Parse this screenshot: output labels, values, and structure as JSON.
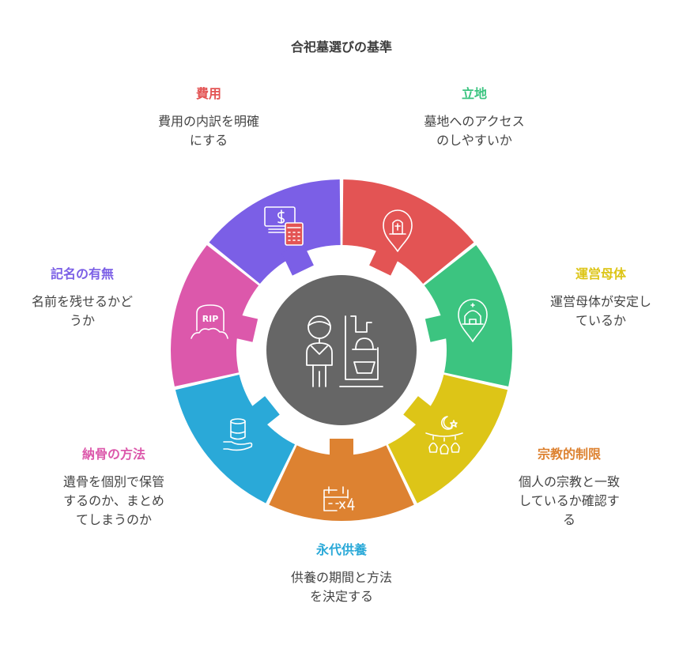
{
  "title": "合祀墓選びの基準",
  "center_icon": "person-at-altar-icon",
  "segments": [
    {
      "id": "cost",
      "label": "費用",
      "desc_lines": [
        "費用の内訳を明確",
        "にする"
      ],
      "color": "#e35454",
      "icon": "money-calculator-icon"
    },
    {
      "id": "location",
      "label": "立地",
      "desc_lines": [
        "墓地へのアクセス",
        "のしやすいか"
      ],
      "color": "#3cc480",
      "icon": "map-pin-grave-icon"
    },
    {
      "id": "operator",
      "label": "運営母体",
      "desc_lines": [
        "運営母体が安定し",
        "ているか"
      ],
      "color": "#ddc517",
      "icon": "map-pin-temple-icon"
    },
    {
      "id": "religion",
      "label": "宗教的制限",
      "desc_lines": [
        "個人の宗教と一致",
        "しているか確認す",
        "る"
      ],
      "color": "#dd8231",
      "icon": "crescent-lanterns-icon"
    },
    {
      "id": "memorial",
      "label": "永代供養",
      "desc_lines": [
        "供養の期間と方法",
        "を決定する"
      ],
      "color": "#2aa9d8",
      "icon": "calendar-times-four-icon"
    },
    {
      "id": "burial",
      "label": "納骨の方法",
      "desc_lines": [
        "遺骨を個別で保管",
        "するのか、まとめ",
        "てしまうのか"
      ],
      "color": "#dc58ab",
      "icon": "urn-hand-icon"
    },
    {
      "id": "name",
      "label": "記名の有無",
      "desc_lines": [
        "名前を残せるかど",
        "うか"
      ],
      "color": "#7b5fe6",
      "icon": "rip-tombstone-icon"
    }
  ]
}
